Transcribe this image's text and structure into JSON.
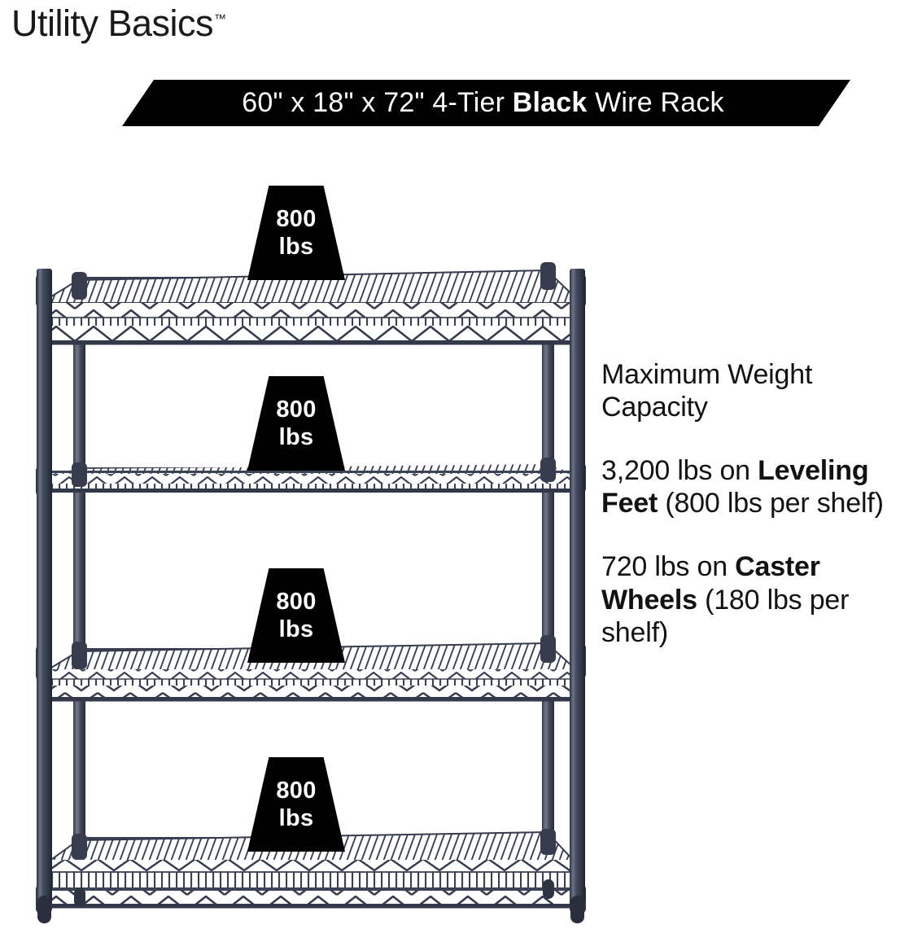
{
  "brand": {
    "name": "Utility Basics",
    "tm": "™"
  },
  "banner": {
    "prefix": "60\" x 18\" x 72\" 4-Tier ",
    "emphasis": "Black",
    "suffix": " Wire Rack",
    "background": "#000000",
    "text_color": "#ffffff"
  },
  "info": {
    "heading": "Maximum Weight Capacity",
    "paragraphs": [
      {
        "lead": "3,200 lbs on ",
        "emphasis": "Leveling Feet",
        "tail": " (800 lbs per shelf)"
      },
      {
        "lead": "720 lbs on ",
        "emphasis": "Caster Wheels",
        "tail": " (180 lbs per shelf)"
      }
    ]
  },
  "rack": {
    "tiers": 4,
    "frame_color": "#3a3f52",
    "badge_color": "#000000",
    "badge_text_color": "#ffffff",
    "shelf_badges": [
      {
        "value": "800",
        "unit": "lbs"
      },
      {
        "value": "800",
        "unit": "lbs"
      },
      {
        "value": "800",
        "unit": "lbs"
      },
      {
        "value": "800",
        "unit": "lbs"
      }
    ]
  }
}
